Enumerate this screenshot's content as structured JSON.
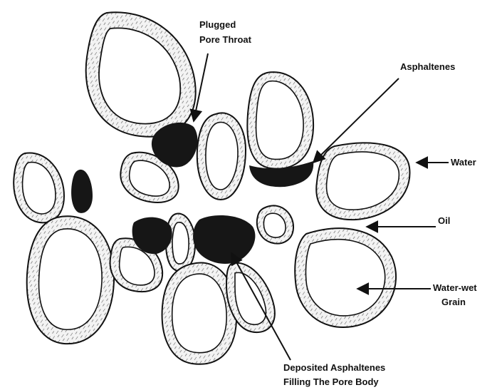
{
  "labels": {
    "plugged_line1": "Plugged",
    "plugged_line2": "Pore Throat",
    "asphaltenes": "Asphaltenes",
    "water": "Water",
    "oil": "Oil",
    "grain_line1": "Water-wet",
    "grain_line2": "Grain",
    "deposited_line1": "Deposited Asphaltenes",
    "deposited_line2": "Filling The Pore Body"
  },
  "colors": {
    "ink": "#111111",
    "film_fill": "#efefef",
    "asphaltene": "#161616",
    "background": "#ffffff"
  }
}
